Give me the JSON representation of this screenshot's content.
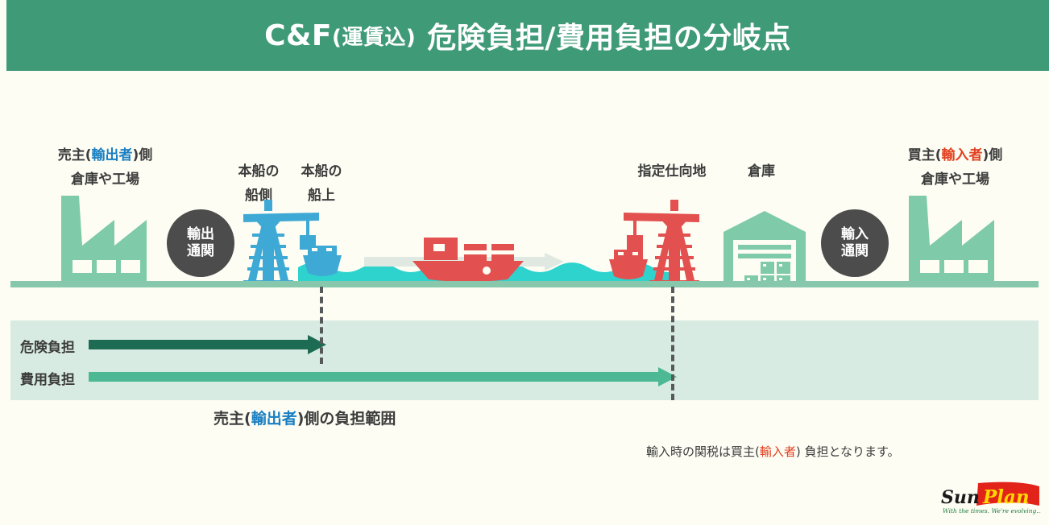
{
  "header": {
    "title_main": "C&F",
    "title_sub": "(運賃込)",
    "title_rest": "危険負担/費用負担の分岐点"
  },
  "colors": {
    "header_green": "#3f9a78",
    "ground_green": "#87c8ad",
    "band_bg": "#d7ebe2",
    "risk_arrow": "#1d6b52",
    "cost_arrow": "#4cb894",
    "icon_green": "#7fcaa8",
    "icon_blue": "#3fa9d6",
    "icon_red": "#e2514f",
    "water_cyan": "#2ed3ce",
    "customs_circle": "#4c4c4c",
    "exporter_blue": "#1a7fc1",
    "importer_red": "#e2401f",
    "canvas_bg": "#fdfdf4"
  },
  "scene": {
    "labels": [
      {
        "id": "seller-site",
        "line1_a": "売主(",
        "line1_b": "輸出者",
        "line1_c": ")側",
        "line2": "倉庫や工場",
        "highlight": "exporter"
      },
      {
        "id": "ship-side",
        "line1": "本船の",
        "line2": "船側"
      },
      {
        "id": "on-board",
        "line1": "本船の",
        "line2": "船上"
      },
      {
        "id": "named-destination",
        "line1": "指定仕向地"
      },
      {
        "id": "destination-warehouse",
        "line1": "倉庫"
      },
      {
        "id": "buyer-site",
        "line1_a": "買主(",
        "line1_b": "輸入者",
        "line1_c": ")側",
        "line2": "倉庫や工場",
        "highlight": "importer"
      }
    ],
    "customs": [
      {
        "id": "export-customs",
        "line1": "輸出",
        "line2": "通関"
      },
      {
        "id": "import-customs",
        "line1": "輸入",
        "line2": "通関"
      }
    ],
    "icons": {
      "origin_factory": "factory-icon",
      "origin_crane": "crane-icon",
      "origin_ship": "ship-icon",
      "sea_vessel": "cargo-ship-icon",
      "sea_arrow": "transit-arrow-icon",
      "dest_crane": "crane-icon",
      "dest_ship": "ship-icon",
      "dest_warehouse": "warehouse-icon",
      "dest_factory": "factory-icon"
    }
  },
  "burden": {
    "rows": [
      {
        "id": "risk",
        "label": "危険負担",
        "transfer_point": "本船の船上"
      },
      {
        "id": "cost",
        "label": "費用負担",
        "transfer_point": "指定仕向地"
      }
    ]
  },
  "notes": {
    "range_a": "売主(",
    "range_b": "輸出者",
    "range_c": ")側の負担範囲",
    "duty_a": "輸入時の関税は買主(",
    "duty_b": "輸入者",
    "duty_c": ") 負担となります。"
  },
  "logo": {
    "word1": "Sun",
    "word2": "Plan",
    "tagline": "With the times. We're evolving..."
  }
}
